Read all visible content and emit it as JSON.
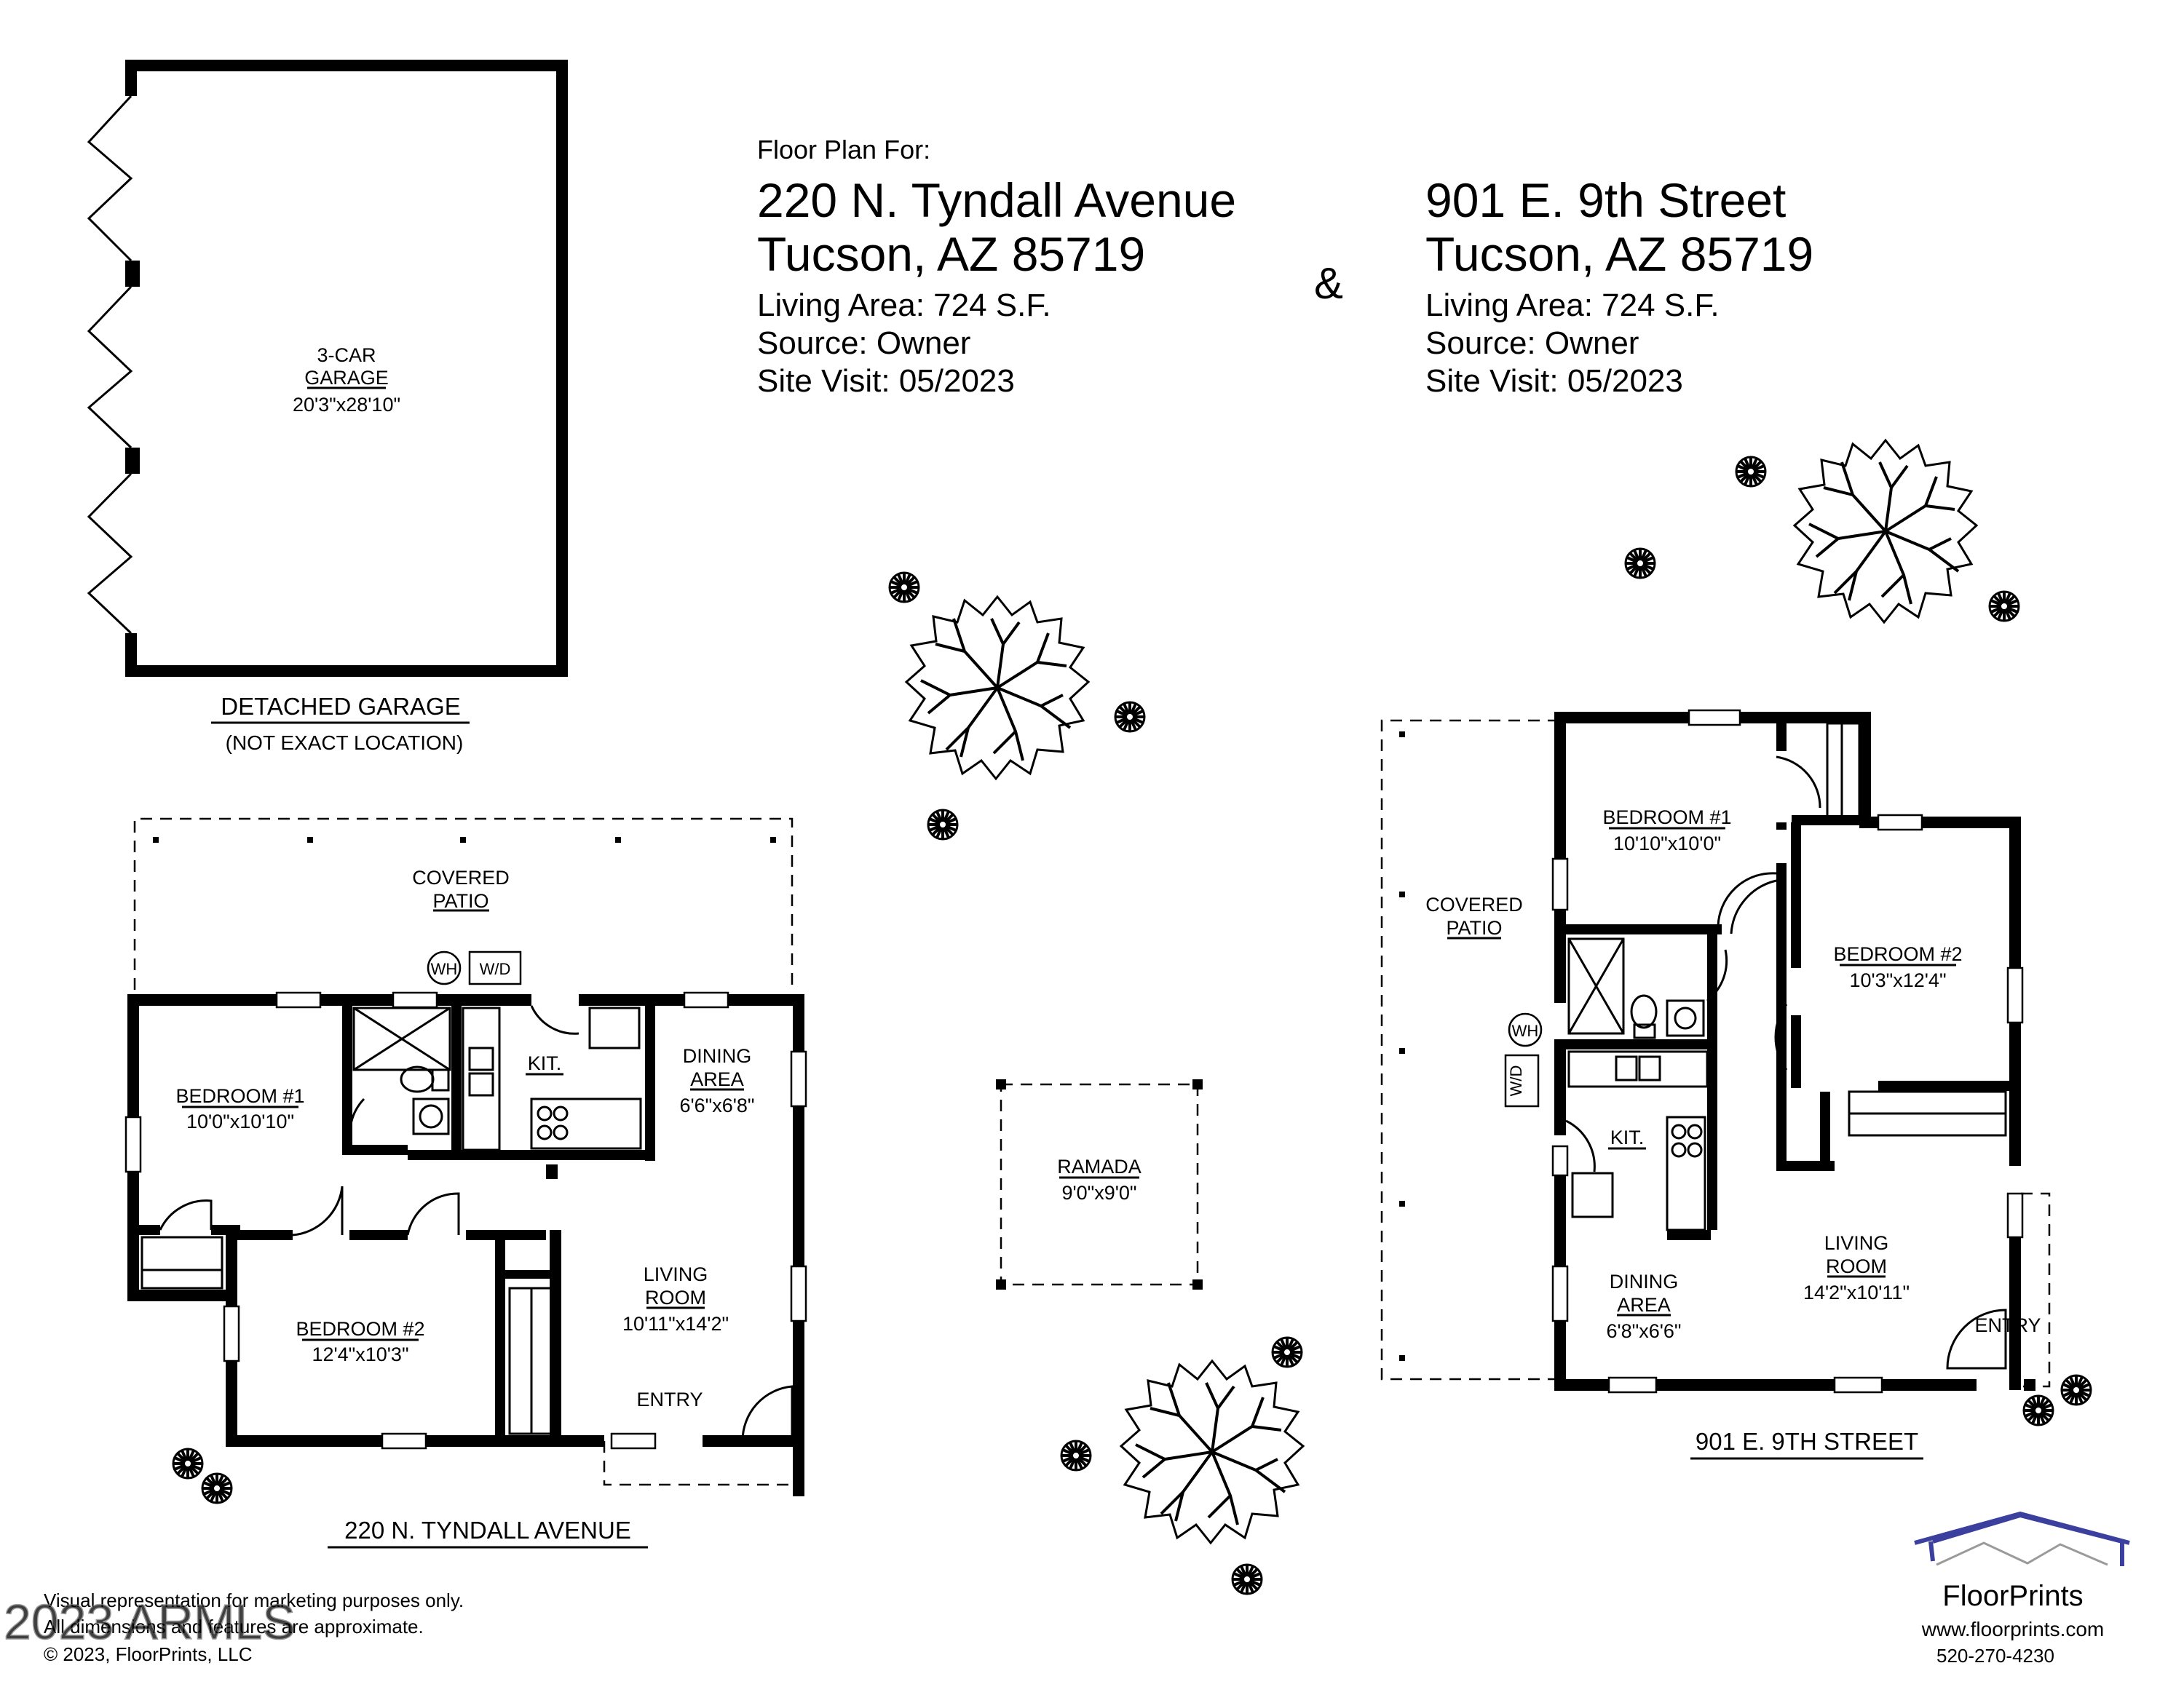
{
  "header": {
    "intro": "Floor Plan For:",
    "ampersand": "&",
    "property_a": {
      "street": "220 N. Tyndall Avenue",
      "city": "Tucson, AZ  85719",
      "living_area": "Living Area:  724 S.F.",
      "source": "Source:  Owner",
      "site_visit": "Site Visit:  05/2023"
    },
    "property_b": {
      "street": "901 E. 9th Street",
      "city": "Tucson, AZ  85719",
      "living_area": "Living Area:  724 S.F.",
      "source": "Source:  Owner",
      "site_visit": "Site Visit:  05/2023"
    }
  },
  "garage": {
    "name_line1": "3-CAR",
    "name_line2": "GARAGE",
    "size": "20'3\"x28'10\"",
    "caption": "DETACHED GARAGE",
    "note": "(NOT EXACT LOCATION)"
  },
  "ramada": {
    "name": "RAMADA",
    "size": "9'0\"x9'0\""
  },
  "plan_a": {
    "caption": "220 N. TYNDALL AVENUE",
    "patio_line1": "COVERED",
    "patio_line2": "PATIO",
    "wh": "WH",
    "wd": "W/D",
    "bedroom1_name": "BEDROOM #1",
    "bedroom1_size": "10'0\"x10'10\"",
    "kitchen": "KIT.",
    "dining_line1": "DINING",
    "dining_line2": "AREA",
    "dining_size": "6'6\"x6'8\"",
    "bedroom2_name": "BEDROOM #2",
    "bedroom2_size": "12'4\"x10'3\"",
    "living_line1": "LIVING",
    "living_line2": "ROOM",
    "living_size": "10'11\"x14'2\"",
    "entry": "ENTRY"
  },
  "plan_b": {
    "caption": "901 E. 9TH STREET",
    "patio_line1": "COVERED",
    "patio_line2": "PATIO",
    "wh": "WH",
    "wd": "W/D",
    "bedroom1_name": "BEDROOM #1",
    "bedroom1_size": "10'10\"x10'0\"",
    "bedroom2_name": "BEDROOM #2",
    "bedroom2_size": "10'3\"x12'4\"",
    "kitchen": "KIT.",
    "dining_line1": "DINING",
    "dining_line2": "AREA",
    "dining_size": "6'8\"x6'6\"",
    "living_line1": "LIVING",
    "living_line2": "ROOM",
    "living_size": "14'2\"x10'11\"",
    "entry": "ENTRY"
  },
  "footer": {
    "disclaimer1": "Visual representation for marketing purposes only.",
    "disclaimer2": "All dimensions and features are approximate.",
    "copyright": "© 2023, FloorPrints, LLC",
    "watermark": "2023 ARMLS",
    "brand": "FloorPrints",
    "website": "www.floorprints.com",
    "phone": "520-270-4230"
  },
  "colors": {
    "logo_blue": "#3b3f9e",
    "logo_green": "#4aa845",
    "ink": "#000000"
  },
  "icons": {
    "tree": "tree-icon",
    "shrub": "shrub-icon",
    "logo": "house-roof-logo"
  }
}
